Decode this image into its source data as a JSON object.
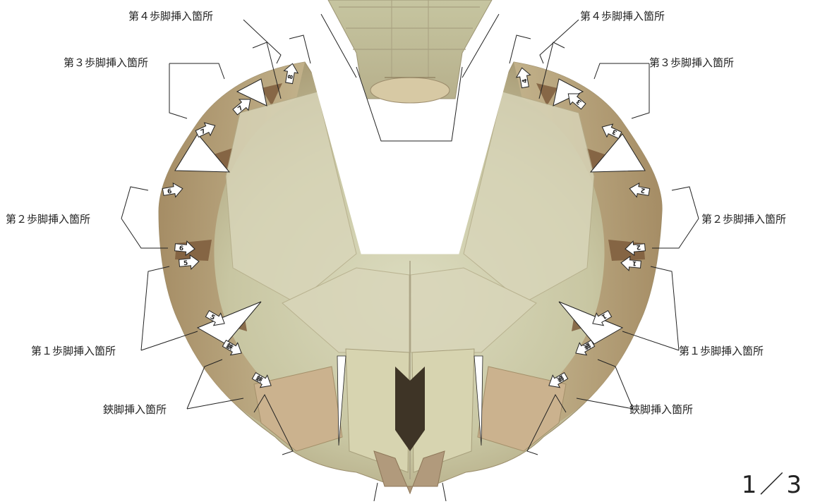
{
  "colors": {
    "shell_light": "#d2d2b0",
    "shell_mid": "#bcbb96",
    "shell_dark": "#8e7a58",
    "joint_brown": "#7a5a3c",
    "plate_pale": "#ddd9bd",
    "line": "#222222"
  },
  "callouts": {
    "leg4_left": "第４歩脚挿入箇所",
    "leg4_right": "第４歩脚挿入箇所",
    "leg3_left": "第３歩脚挿入箇所",
    "leg3_right": "第３歩脚挿入箇所",
    "leg2_left": "第２歩脚挿入箇所",
    "leg2_right": "第２歩脚挿入箇所",
    "leg1_left": "第１歩脚挿入箇所",
    "leg1_right": "第１歩脚挿入箇所",
    "claw_left": "鋏脚挿入箇所",
    "claw_right": "鋏脚挿入箇所"
  },
  "arrow_labels": {
    "left": [
      "8",
      "7",
      "7",
      "6",
      "6",
      "5",
      "5",
      "鋏",
      "鋏"
    ],
    "right": [
      "4",
      "3",
      "3",
      "2",
      "2",
      "1",
      "1",
      "鋏",
      "鋏"
    ]
  },
  "page_number": "1／3"
}
